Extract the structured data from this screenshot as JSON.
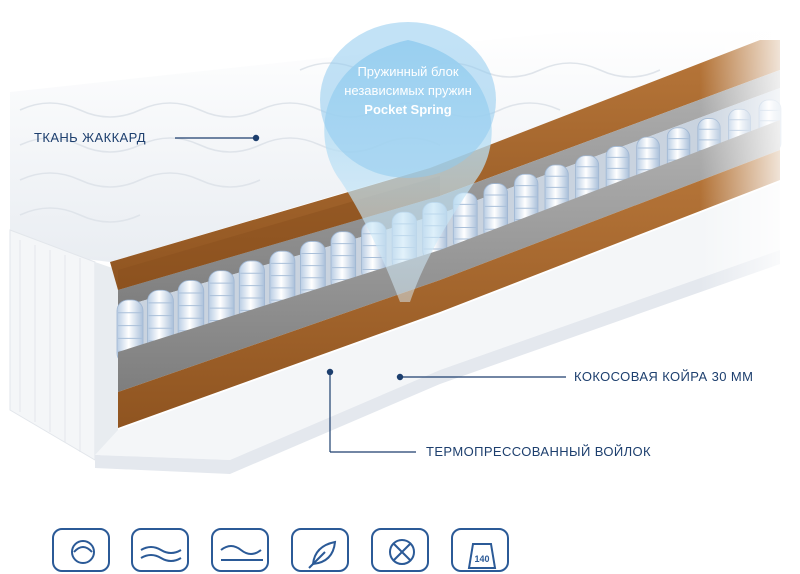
{
  "bubble": {
    "line1": "Пружинный блок",
    "line2": "независимых пружин",
    "line3": "Pocket Spring"
  },
  "labels": {
    "fabric": "ТКАНЬ ЖАККАРД",
    "coir": "КОКОСОВАЯ КОЙРА 30 ММ",
    "felt": "ТЕРМОПРЕССОВАННЫЙ ВОЙЛОК"
  },
  "icons": [
    {
      "name": "orthopedic-icon"
    },
    {
      "name": "medium-firm-icon"
    },
    {
      "name": "two-sided-icon"
    },
    {
      "name": "eco-leaf-icon"
    },
    {
      "name": "no-allergy-icon"
    },
    {
      "name": "max-load-icon",
      "text": "140"
    }
  ],
  "colors": {
    "accent": "#1d3f6e",
    "coir": "#a8662a",
    "felt": "#9a9a9a",
    "bubble": "#8cc8ea"
  }
}
